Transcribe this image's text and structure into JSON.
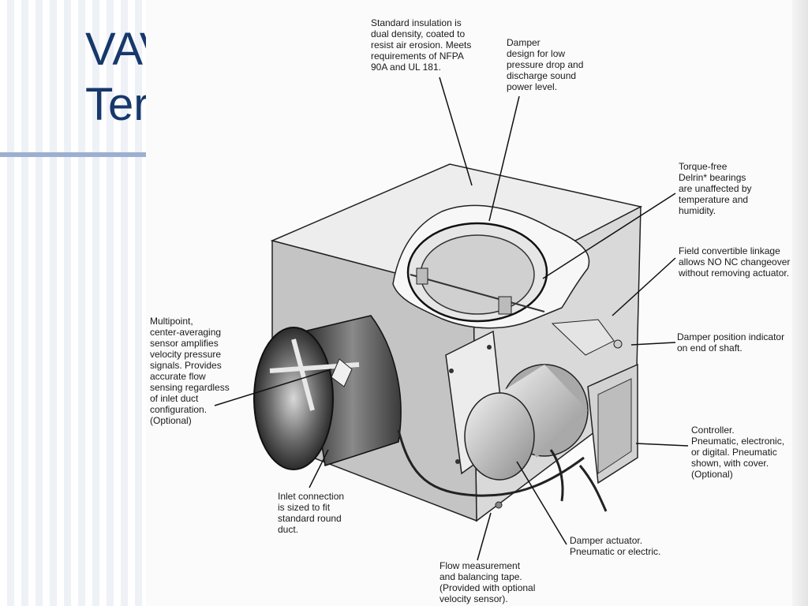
{
  "slide": {
    "title_line1": "VAV",
    "title_line2": "Terminal"
  },
  "callouts": {
    "insulation": "Standard insulation is\ndual density, coated to\nresist air erosion. Meets\nrequirements of NFPA\n90A and UL 181.",
    "damper": "Damper\ndesign for low\npressure drop and\ndischarge sound\npower level.",
    "bearings": "Torque-free\nDelrin* bearings\nare unaffected by\ntemperature and\nhumidity.",
    "linkage": "Field convertible linkage\nallows NO NC changeover\nwithout removing actuator.",
    "position_indicator": "Damper position indicator\non end of shaft.",
    "sensor": "Multipoint,\ncenter-averaging\nsensor amplifies\nvelocity pressure\nsignals. Provides\naccurate flow\nsensing regardless\nof inlet duct\nconfiguration.\n(Optional)",
    "controller": "Controller.\nPneumatic, electronic,\nor digital. Pneumatic\nshown, with cover.\n(Optional)",
    "inlet": "Inlet connection\nis sized to fit\nstandard round\nduct.",
    "actuator": "Damper actuator.\nPneumatic or electric.",
    "flow_tape": "Flow measurement\nand balancing tape.\n(Provided with optional\nvelocity sensor)."
  }
}
